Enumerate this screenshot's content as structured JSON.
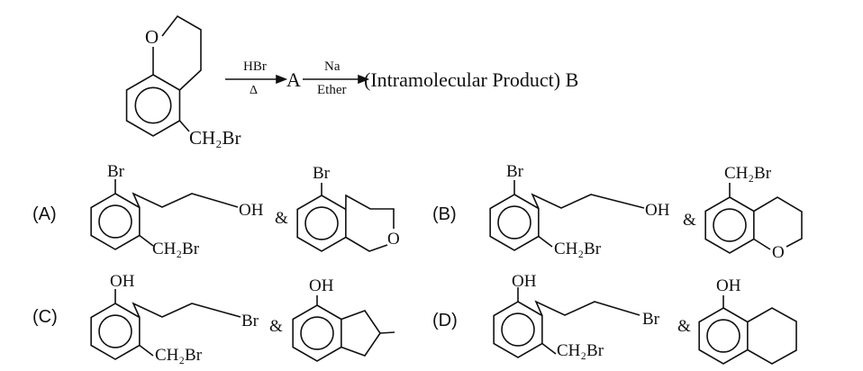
{
  "question": {
    "reagent1_top": "HBr",
    "reagent1_bottom": "Δ",
    "intermediate": "A",
    "reagent2_top": "Na",
    "reagent2_bottom": "Ether",
    "product_text": "(Intramolecular Product) B",
    "substituent": "CH₂Br",
    "ring_oxygen": "O"
  },
  "options": [
    {
      "label": "(A)",
      "first": {
        "top": "Br",
        "chain_end": "OH",
        "bottom": "CH₂Br"
      },
      "joiner": "&",
      "second": {
        "top": "Br",
        "hetero": "O"
      }
    },
    {
      "label": "(B)",
      "first": {
        "top": "Br",
        "chain_end": "OH",
        "bottom": "CH₂Br"
      },
      "joiner": "&",
      "second": {
        "top": "CH₂Br",
        "hetero": "O"
      }
    },
    {
      "label": "(C)",
      "first": {
        "top": "OH",
        "chain_end": "Br",
        "bottom": "CH₂Br"
      },
      "joiner": "&",
      "second": {
        "top": "OH"
      }
    },
    {
      "label": "(D)",
      "first": {
        "top": "OH",
        "chain_end": "Br",
        "bottom": "CH₂Br"
      },
      "joiner": "&",
      "second": {
        "top": "OH"
      }
    }
  ]
}
